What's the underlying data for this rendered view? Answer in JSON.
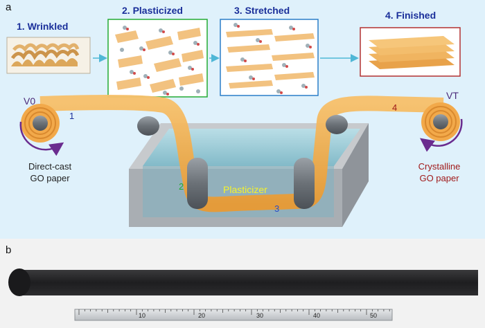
{
  "panel_a": {
    "letter": "a",
    "steps": [
      {
        "title": "1. Wrinkled"
      },
      {
        "title": "2. Plasticized"
      },
      {
        "title": "3. Stretched"
      },
      {
        "title": "4. Finished"
      }
    ],
    "left_roll": {
      "speed": "V0",
      "label_line1": "Direct-cast",
      "label_line2": "GO paper"
    },
    "right_roll": {
      "speed": "VT",
      "label_line1": "Crystalline",
      "label_line2": "GO paper"
    },
    "bath_label": "Plasticizer",
    "markers": [
      "1",
      "2",
      "3",
      "4"
    ],
    "colors": {
      "title": "#1a2f9a",
      "film": "#f2a94a",
      "arrow": "#6a2c8f",
      "crystalline_text": "#a01a1a",
      "plasticizer_text": "#f6f32a",
      "frame2": "#22aa33",
      "frame3": "#2a7ec8",
      "frame4": "#b23030"
    }
  },
  "panel_b": {
    "letter": "b",
    "ruler_numbers": [
      "10",
      "20",
      "30",
      "40",
      "50"
    ]
  }
}
